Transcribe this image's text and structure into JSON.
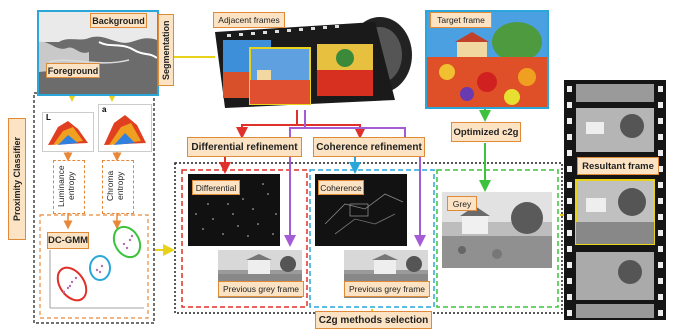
{
  "labels": {
    "background": "Background",
    "foreground": "Foreground",
    "segmentation": "Segmentation",
    "adjacent_frames": "Adjacent frames",
    "target_frame": "Target frame",
    "optimized_c2g": "Optimized c2g",
    "proximity_classifier": "Proximity Classifier",
    "luminance_entropy_line1": "Luminance",
    "luminance_entropy_line2": "entropy",
    "chroma_entropy_line1": "Chroma",
    "chroma_entropy_line2": "entropy",
    "dc_gmm": "DC-GMM",
    "differential_refinement": "Differential refinement",
    "coherence_refinement": "Coherence refinement",
    "differential": "Differential",
    "coherence": "Coherence",
    "previous_grey_frame_1": "Previous grey frame",
    "previous_grey_frame_2": "Previous grey frame",
    "grey": "Grey",
    "resultant_frame": "Resultant frame",
    "c2g_methods_selection": "C2g methods selection",
    "hist_l": "L",
    "hist_a": "a"
  },
  "colors": {
    "tag_fill": "#fbe3c4",
    "tag_border": "#e08b3a",
    "red": "#e0302a",
    "blue": "#2aa6d8",
    "green": "#3cc23c",
    "purple": "#a45cd6",
    "yellow": "#e8d21a",
    "orange": "#e8893a"
  }
}
